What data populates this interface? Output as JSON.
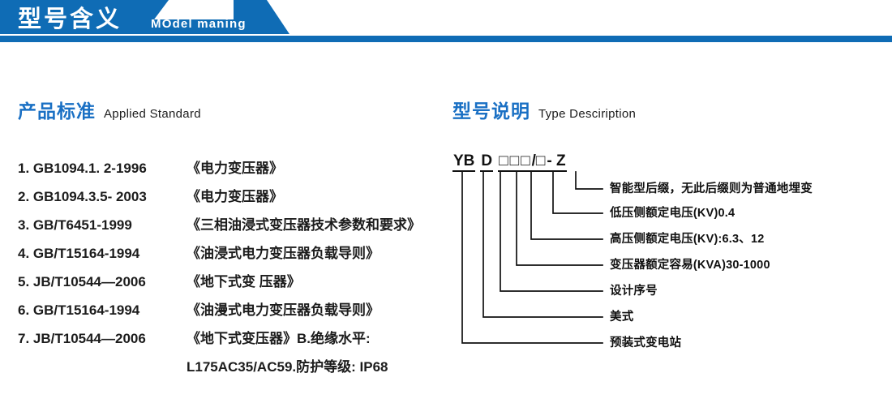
{
  "banner": {
    "title": "型号含义",
    "subtitle": "MOdel maning",
    "color": "#0f6cb5"
  },
  "sections": {
    "standard": {
      "cn": "产品标准",
      "en": "Applied Standard"
    },
    "type": {
      "cn": "型号说明",
      "en": "Type Desciription"
    }
  },
  "accent_color": "#1a70c4",
  "standards": [
    {
      "index": "1.",
      "code": "GB1094.1. 2-1996",
      "name": "《电力变压器》"
    },
    {
      "index": "2.",
      "code": "GB1094.3.5- 2003",
      "name": "《电力变压器》"
    },
    {
      "index": "3.",
      "code": "GB/T6451-1999",
      "name": "《三相油浸式变压器技术参数和要求》"
    },
    {
      "index": "4.",
      "code": "GB/T15164-1994",
      "name": "《油浸式电力变压器负载导则》"
    },
    {
      "index": "5.",
      "code": "JB/T10544—2006",
      "name": "《地下式变 压器》"
    },
    {
      "index": "6.",
      "code": "GB/T15164-1994",
      "name": "《油漫式电力变压器负载导则》"
    },
    {
      "index": "7.",
      "code": "JB/T10544—2006",
      "name": "《地下式变压器》B.绝缘水平:"
    }
  ],
  "standards_continuation": "L175AC35/AC59.防护等级: IP68",
  "model_code": {
    "segments": [
      "YB",
      "D",
      "□",
      "□",
      "□",
      "/□",
      "- Z"
    ],
    "full": "YB D □□□/□ - Z"
  },
  "callouts": [
    {
      "id": "suffix",
      "text": "智能型后缀，无此后缀则为普通地埋变"
    },
    {
      "id": "lv-voltage",
      "text": "低压侧额定电压(KV)0.4"
    },
    {
      "id": "hv-voltage",
      "text": "高压侧额定电压(KV):6.3、12"
    },
    {
      "id": "capacity",
      "text": "变压器额定容易(KVA)30-1000"
    },
    {
      "id": "design-serial",
      "text": "设计序号"
    },
    {
      "id": "american-type",
      "text": "美式"
    },
    {
      "id": "substation",
      "text": "预装式变电站"
    }
  ]
}
